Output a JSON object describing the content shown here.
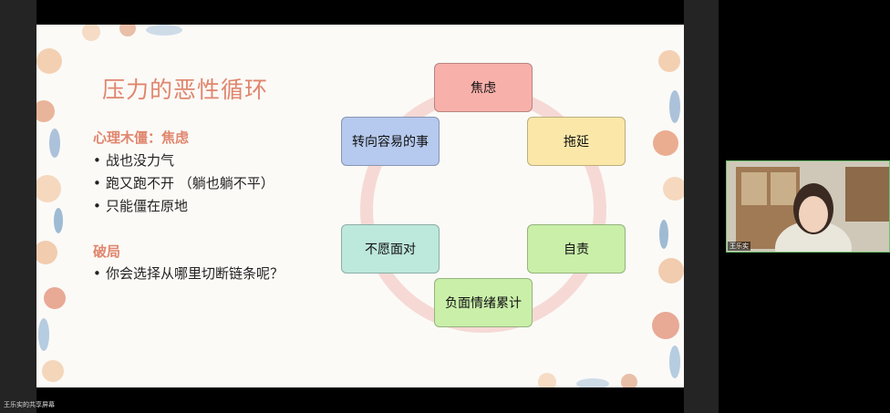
{
  "slide": {
    "title": "压力的恶性循环",
    "section1": {
      "heading": "心理木僵：焦虑",
      "bullets": [
        "战也没力气",
        "跑又跑不开 （躺也躺不平）",
        "只能僵在原地"
      ]
    },
    "section2": {
      "heading": "破局",
      "bullets": [
        "你会选择从哪里切断链条呢？"
      ]
    },
    "bullet_char": "•",
    "cycle": {
      "nodes": [
        {
          "label": "焦虑",
          "color": "#f8b0aa"
        },
        {
          "label": "拖延",
          "color": "#fbe8a8"
        },
        {
          "label": "自责",
          "color": "#c9efa9"
        },
        {
          "label": "负面情绪累计",
          "color": "#c9efa9"
        },
        {
          "label": "不愿面对",
          "color": "#bde8dc"
        },
        {
          "label": "转向容易的事",
          "color": "#b6c9ee"
        }
      ],
      "ring_color": "#f6d9d5"
    }
  },
  "webcam": {
    "name": "王乐实"
  },
  "share_label": "王乐实的共享屏幕"
}
